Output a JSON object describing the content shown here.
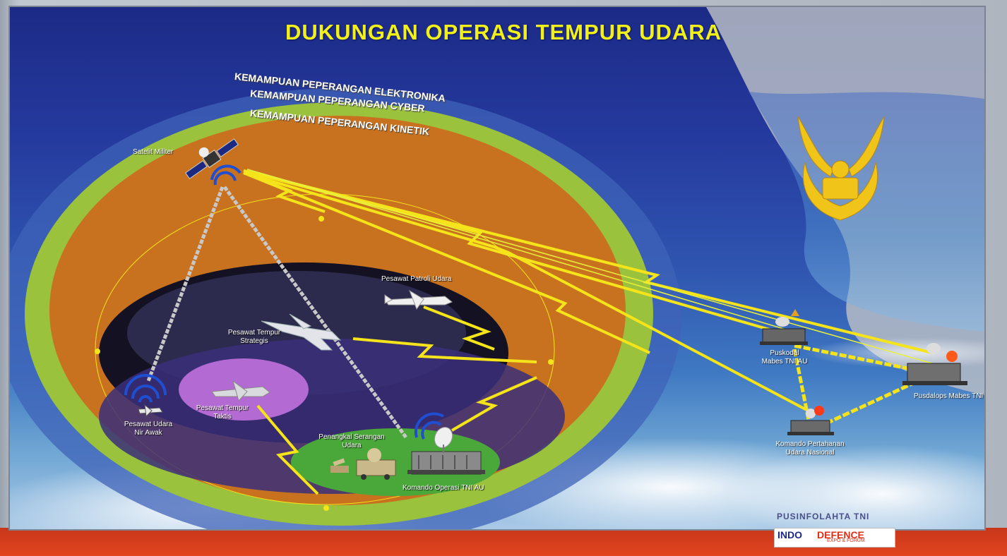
{
  "poster": {
    "title": "DUKUNGAN OPERASI TEMPUR UDARA",
    "rings": {
      "elektronika": "KEMAMPUAN PEPERANGAN ELEKTRONIKA",
      "cyber": "KEMAMPUAN PEPERANGAN CYBER",
      "kinetik": "KEMAMPUAN PEPERANGAN KINETIK"
    },
    "nodes": {
      "satelit": "Satelit Militer",
      "patroli": "Pesawat Patroli Udara",
      "tempur_strategis_1": "Pesawat Tempur",
      "tempur_strategis_2": "Strategis",
      "udara_nir_awak_1": "Pesawat Udara",
      "udara_nir_awak_2": "Nir Awak",
      "tempur_taktis_1": "Pesawat Tempur",
      "tempur_taktis_2": "Taktis",
      "penangkal_1": "Penangkal Serangan",
      "penangkal_2": "Udara",
      "kohop": "Komando Operasi TNI AU",
      "puskodal_1": "Puskodal",
      "puskodal_2": "Mabes TNI AU",
      "pusdalops": "Pusdalops Mabes TNI",
      "kohanudnas_1": "Komando Pertahanan",
      "kohanudnas_2": "Udara Nasional"
    },
    "credit": "PUSINFOLAHTA TNI",
    "badge": {
      "part1": "INDO",
      "part2": "DEFENCE",
      "sub": "EXPO & FORUM"
    }
  },
  "colors": {
    "title": "#f2f01a",
    "ring_elektronika": "#3f63b8",
    "ring_cyber": "#9ac23c",
    "ring_kinetik": "#c8721f",
    "link": "#f5e41a",
    "floor": "#e2451f"
  },
  "icons": [
    "satellite-icon",
    "wifi-signal-icon",
    "jet-fighter-icon",
    "patrol-aircraft-icon",
    "drone-icon",
    "radar-dish-icon",
    "building-icon",
    "air-force-emblem-icon",
    "missile-launcher-icon"
  ]
}
